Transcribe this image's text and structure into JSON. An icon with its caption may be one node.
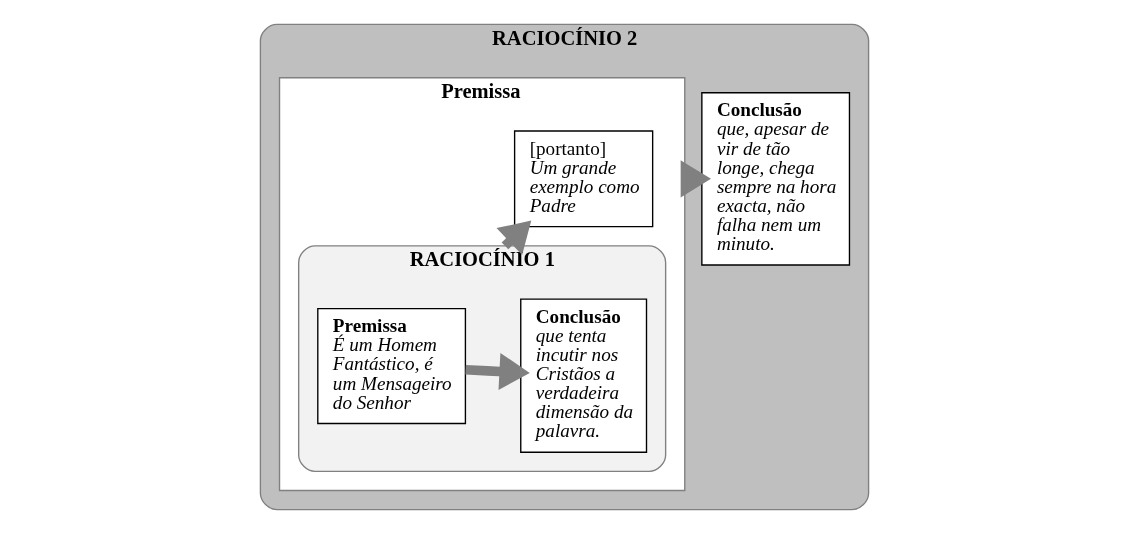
{
  "diagram": {
    "nodes": [
      {
        "text": [
          "RACIOCÍNIO 2"
        ]
      },
      {
        "text": [
          "Premissa"
        ],
        "in": 0
      },
      {
        "text": [
          "RACIOCÍNIO 1"
        ],
        "in": 1
      },
      {
        "text": [
          "Premissa",
          "É um Homem Fantástico, é um Mensageiro do Senhor"
        ],
        "in": 2
      },
      {
        "text": [
          "Conclusão",
          "que tenta incutir nos Cristãos a verdadeira dimensão da palavra."
        ],
        "in": 2
      },
      {
        "text": [
          "[portanto]",
          "Um grande exemplo como Padre"
        ],
        "in": 1
      },
      {
        "text": [
          "Conclusão",
          "que, apesar de vir de tão longe, chega sempre na hora exacta, não falha nem um minuto."
        ],
        "in": 0
      }
    ],
    "edges": [
      {
        "from": 3,
        "to": 4,
        "arrow": "to"
      },
      {
        "from": 2,
        "to": 5,
        "arrow": "to"
      },
      {
        "from": 1,
        "to": 6,
        "arrow": "to"
      }
    ]
  }
}
